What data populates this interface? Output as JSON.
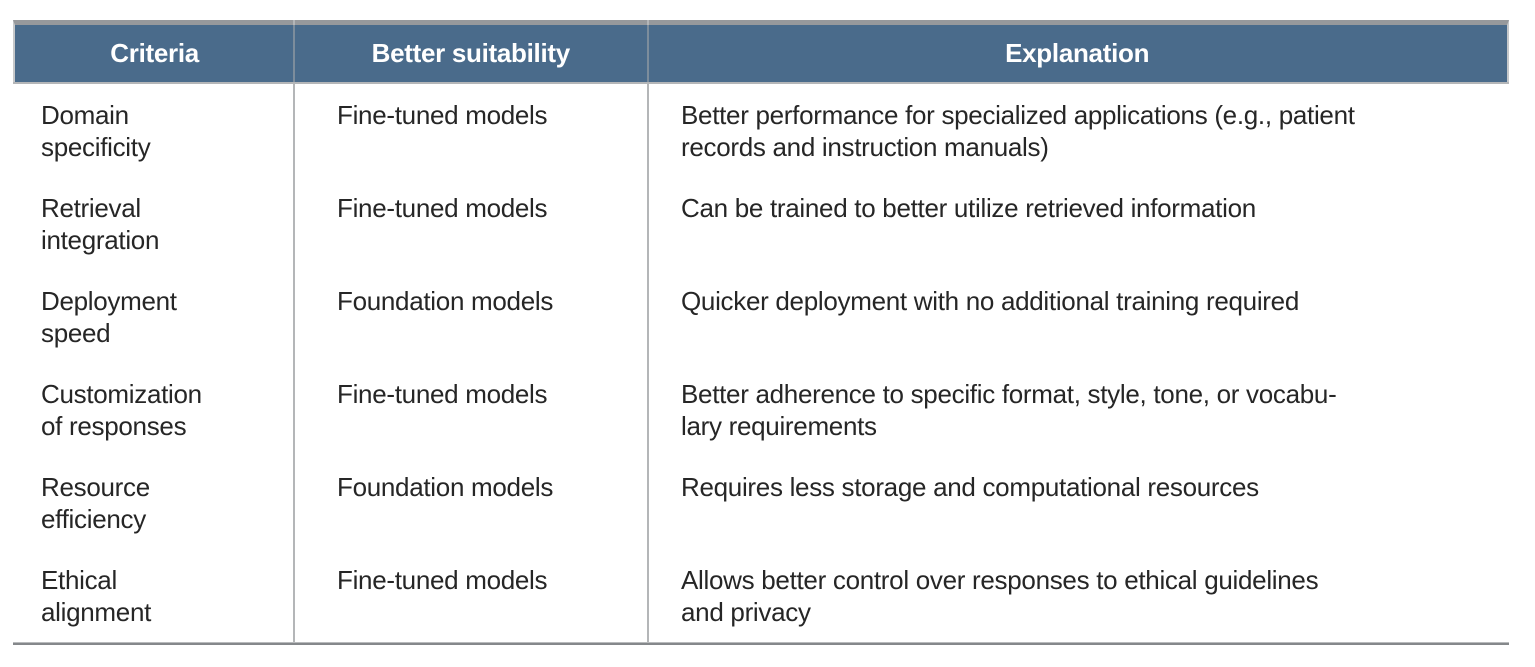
{
  "document": {
    "kind": "comparison-table",
    "topic": "Fine-tuned models vs foundation models suitability"
  },
  "table": {
    "header": {
      "criteria": "Criteria",
      "suitability": "Better suitability",
      "explanation": "Explanation"
    },
    "rows": [
      {
        "criteria": "Domain\nspecificity",
        "suitability": "Fine-tuned models",
        "explanation": "Better performance for specialized applications (e.g., patient\nrecords and instruction manuals)"
      },
      {
        "criteria": "Retrieval\nintegration",
        "suitability": "Fine-tuned models",
        "explanation": "Can be trained to better utilize retrieved information"
      },
      {
        "criteria": "Deployment\nspeed",
        "suitability": "Foundation models",
        "explanation": "Quicker deployment with no additional training required"
      },
      {
        "criteria": "Customization\nof responses",
        "suitability": "Fine-tuned models",
        "explanation": "Better adherence to specific format, style, tone, or vocabu-\nlary requirements"
      },
      {
        "criteria": "Resource\nefficiency",
        "suitability": "Foundation models",
        "explanation": "Requires less storage and computational resources"
      },
      {
        "criteria": "Ethical\nalignment",
        "suitability": "Fine-tuned models",
        "explanation": "Allows better control over responses to ethical guidelines\nand privacy"
      }
    ],
    "colors": {
      "header_background": "#4a6b8b",
      "header_text": "#ffffff",
      "header_top_border": "#97999c",
      "grid_line": "#b4b6b8",
      "bottom_border": "#85888b",
      "body_text": "#262626",
      "page_background": "#ffffff"
    }
  }
}
